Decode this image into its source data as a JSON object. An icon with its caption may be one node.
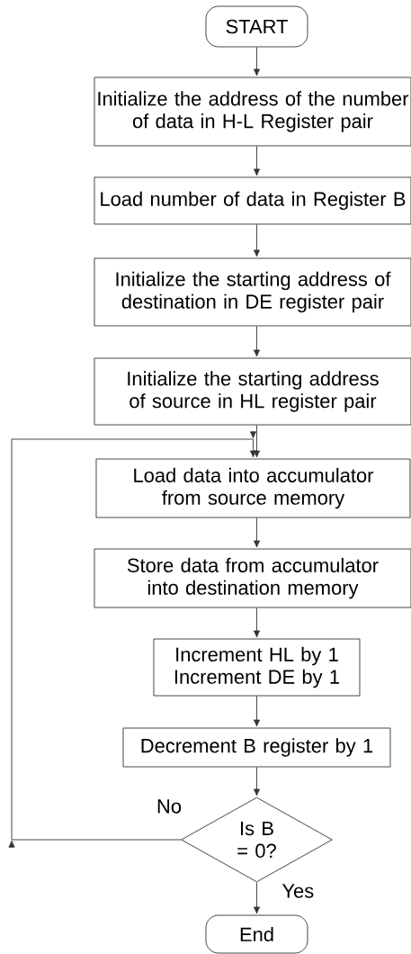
{
  "diagram": {
    "nodes": [
      {
        "text": [
          "START"
        ]
      },
      {
        "text": [
          "Initialize the address of the number of data in H-L Register pair"
        ]
      },
      {
        "text": [
          "Load number of data in Register B"
        ]
      },
      {
        "text": [
          "Initialize the starting address of destination in DE register pair"
        ]
      },
      {
        "text": [
          "Initialize the starting address of source in HL register pair"
        ]
      },
      {
        "text": [
          "Load data into accumulator from source memory"
        ]
      },
      {
        "text": [
          "Store data from accumulator into destination memory"
        ]
      },
      {
        "text": [
          "Increment HL by 1 Increment DE by 1"
        ]
      },
      {
        "text": [
          "Decrement B register by 1"
        ]
      },
      {
        "text": [
          "Is B = 0?"
        ]
      },
      {
        "text": [
          "End"
        ]
      }
    ],
    "edges": [
      {
        "from": 0,
        "to": 1,
        "arrow": "to"
      },
      {
        "from": 1,
        "to": 2,
        "arrow": "to"
      },
      {
        "from": 2,
        "to": 3,
        "arrow": "to"
      },
      {
        "from": 3,
        "to": 4,
        "arrow": "to"
      },
      {
        "from": 4,
        "to": 5,
        "arrow": "to"
      },
      {
        "from": 5,
        "to": 6,
        "arrow": "to"
      },
      {
        "from": 6,
        "to": 7,
        "arrow": "to"
      },
      {
        "from": 7,
        "to": 8,
        "arrow": "to"
      },
      {
        "from": 8,
        "to": 9,
        "arrow": "to"
      },
      {
        "from": 9,
        "to": 10,
        "label": "Yes",
        "arrow": "to"
      },
      {
        "from": 9,
        "to": 5,
        "label": "No",
        "arrow": "to"
      }
    ]
  }
}
